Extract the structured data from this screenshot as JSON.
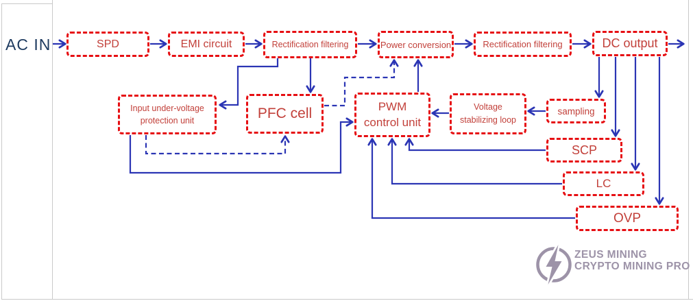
{
  "diagram": {
    "source_label": "AC IN",
    "nodes": {
      "spd": {
        "label": "SPD"
      },
      "emi": {
        "label": "EMI circuit"
      },
      "rectification_1": {
        "label": "Rectification filtering"
      },
      "power_conversion": {
        "label": "Power conversion"
      },
      "rectification_2": {
        "label": "Rectification filtering"
      },
      "dc_output": {
        "label": "DC output"
      },
      "under_voltage": {
        "lines": [
          "Input under-voltage",
          "protection unit"
        ]
      },
      "pfc": {
        "label": "PFC cell"
      },
      "pwm": {
        "lines": [
          "PWM",
          "control unit"
        ]
      },
      "voltage_loop": {
        "lines": [
          "Voltage",
          "stabilizing loop"
        ]
      },
      "sampling": {
        "label": "sampling"
      },
      "scp": {
        "label": "SCP"
      },
      "lc": {
        "label": "LC"
      },
      "ovp": {
        "label": "OVP"
      }
    },
    "edges": [
      {
        "from": "AC IN",
        "to": "SPD",
        "style": "solid"
      },
      {
        "from": "SPD",
        "to": "EMI circuit",
        "style": "solid"
      },
      {
        "from": "EMI circuit",
        "to": "Rectification filtering",
        "style": "solid"
      },
      {
        "from": "Rectification filtering",
        "to": "Power conversion",
        "style": "solid"
      },
      {
        "from": "Power conversion",
        "to": "Rectification filtering (output)",
        "style": "solid"
      },
      {
        "from": "Rectification filtering (output)",
        "to": "DC output",
        "style": "solid"
      },
      {
        "from": "DC output",
        "to": "load output",
        "style": "solid"
      },
      {
        "from": "Rectification filtering",
        "to": "PFC cell",
        "style": "solid"
      },
      {
        "from": "Rectification filtering",
        "to": "Input under-voltage protection unit",
        "style": "solid"
      },
      {
        "from": "PWM control unit",
        "to": "Power conversion",
        "style": "solid"
      },
      {
        "from": "PFC cell",
        "to": "Power conversion",
        "style": "dashed"
      },
      {
        "from": "Input under-voltage protection unit",
        "to": "PFC cell",
        "style": "dashed"
      },
      {
        "from": "Input under-voltage protection unit",
        "to": "PWM control unit",
        "style": "solid"
      },
      {
        "from": "DC output",
        "to": "sampling",
        "style": "solid"
      },
      {
        "from": "DC output",
        "to": "SCP",
        "style": "solid"
      },
      {
        "from": "DC output",
        "to": "LC",
        "style": "solid"
      },
      {
        "from": "DC output",
        "to": "OVP",
        "style": "solid"
      },
      {
        "from": "sampling",
        "to": "Voltage stabilizing loop",
        "style": "solid"
      },
      {
        "from": "Voltage stabilizing loop",
        "to": "PWM control unit",
        "style": "solid"
      },
      {
        "from": "SCP",
        "to": "PWM control unit",
        "style": "solid"
      },
      {
        "from": "LC",
        "to": "PWM control unit",
        "style": "solid"
      },
      {
        "from": "OVP",
        "to": "PWM control unit",
        "style": "solid"
      }
    ]
  },
  "logo": {
    "line1": "ZEUS MINING",
    "line2": "CRYPTO MINING PRO"
  },
  "colors": {
    "box_border": "#e60f13",
    "box_label": "#c2403a",
    "connector_blue": "#2b35b4",
    "ac_in_text": "#1d3a5f",
    "logo_purple": "#9d93a8",
    "grid_line": "#c9c9c9"
  }
}
